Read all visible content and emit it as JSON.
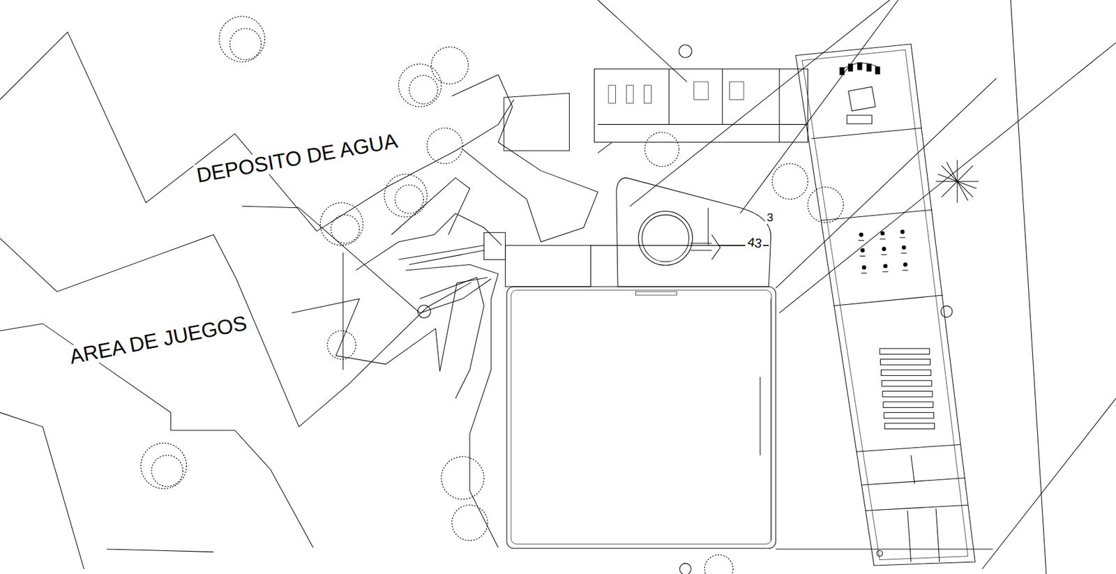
{
  "diagram": {
    "labels": [
      "DEPOSITO DE AGUA",
      "AREA DE JUEGOS",
      "3",
      "43"
    ]
  }
}
